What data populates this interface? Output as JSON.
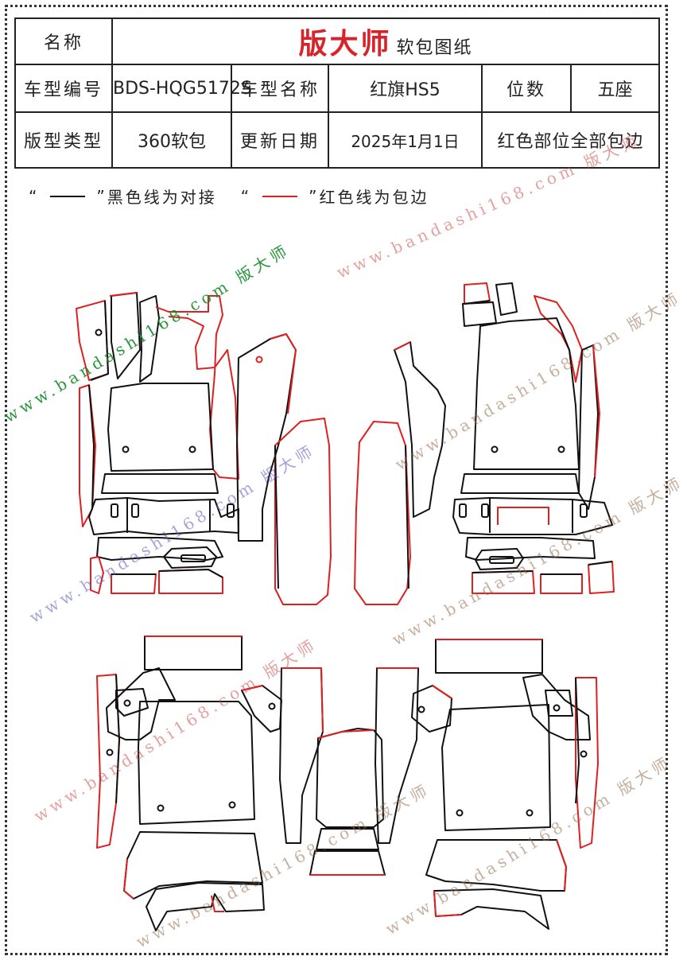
{
  "header": {
    "name_label": "名称",
    "brand": "版大师",
    "brand_sub": "软包图纸",
    "model_code_label": "车型编号",
    "model_code": "BDS-HQG5172S",
    "model_name_label": "车型名称",
    "model_name": "红旗HS5",
    "seats_label": "位数",
    "seats": "五座",
    "pattern_type_label": "版型类型",
    "pattern_type": "360软包",
    "update_date_label": "更新日期",
    "update_date": "2025年1月1日",
    "red_note": "红色部位全部包边"
  },
  "legend": {
    "quote_open": "“",
    "quote_close": "”",
    "black_desc": "黑色线为对接",
    "red_desc": "红色线为包边"
  },
  "watermarks": [
    "www.bandashi168.com 版大师"
  ],
  "colors": {
    "black_line": "#111111",
    "red_line": "#e02020",
    "brand": "#d9232a"
  }
}
